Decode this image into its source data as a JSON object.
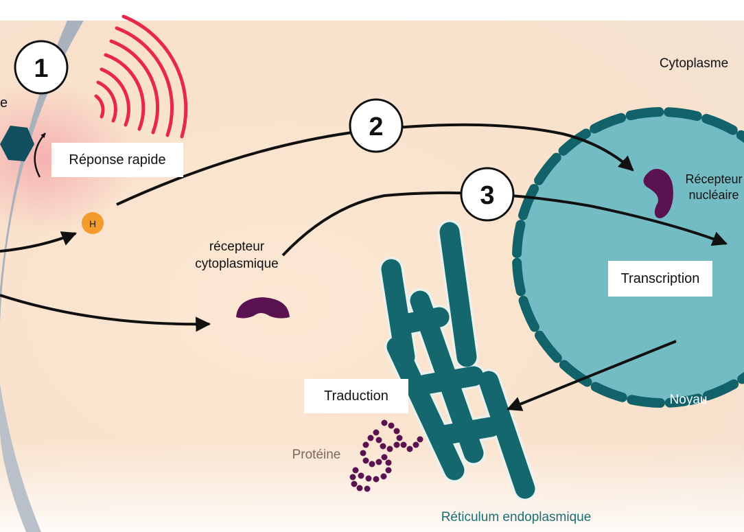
{
  "diagram": {
    "labels": {
      "cytoplasm": "Cytoplasme",
      "nuclear_receptor": "Récepteur nucléaire",
      "cytoplasmic_receptor": "récepteur cytoplasmique",
      "nucleus": "Noyau",
      "protein": "Protéine",
      "endoplasmic_reticulum": "Réticulum endoplasmique",
      "membrane_fragment": "e",
      "hormone": "H"
    },
    "boxes": {
      "rapid_response": "Réponse rapide",
      "transcription": "Transcription",
      "translation": "Traduction"
    },
    "steps": [
      "1",
      "2",
      "3"
    ],
    "colors": {
      "cell_background": "#f9e3cd",
      "membrane": "#a9b1bc",
      "nucleus": "#74bcc4",
      "nuclear_envelope": "#116369",
      "reticulum": "#14686d",
      "receptor": "#5a1350",
      "hormone": "#f39c2c",
      "signal_waves": "#e8284a",
      "arrows": "#111111"
    }
  }
}
